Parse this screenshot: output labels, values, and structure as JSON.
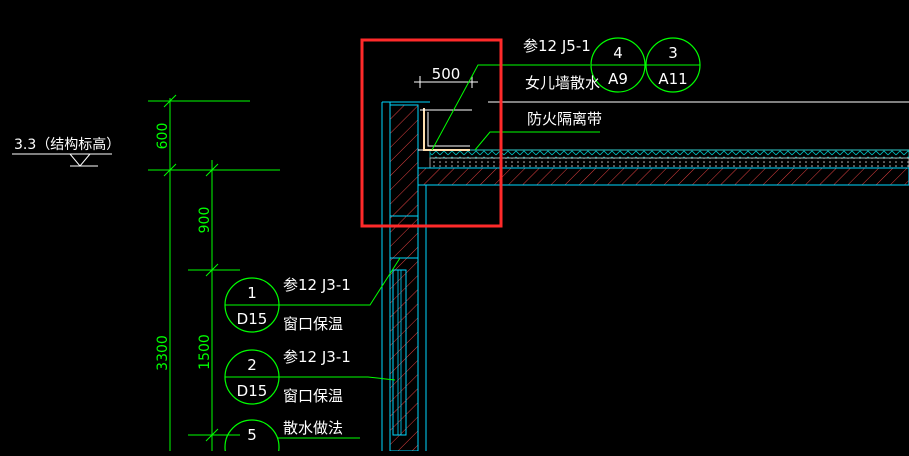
{
  "drawing": {
    "elevation_label": "3.3（结构标高）",
    "dimensions": {
      "parapet_height": "600",
      "upper_gap": "900",
      "window_height": "1500",
      "floor_height": "3300",
      "parapet_width": "500"
    },
    "callouts": [
      {
        "number": "4",
        "sheet": "A9"
      },
      {
        "number": "3",
        "sheet": "A11"
      },
      {
        "number": "1",
        "sheet": "D15"
      },
      {
        "number": "2",
        "sheet": "D15"
      },
      {
        "number": "5",
        "sheet": ""
      }
    ],
    "notes": {
      "parapet_ref": "参12 J5-1",
      "parapet_desc": "女儿墙散水",
      "fire_strip": "防火隔离带",
      "window_ref_1": "参12 J3-1",
      "window_desc_1": "窗口保温",
      "window_ref_2": "参12 J3-1",
      "window_desc_2": "窗口保温",
      "drip_desc": "散水做法"
    },
    "highlight_color": "#ff2a2a",
    "line_colors": {
      "dimension": "#00ff00",
      "structure": "#00d8ff",
      "text": "#ffffff",
      "insulation": "#00c0c0"
    }
  }
}
